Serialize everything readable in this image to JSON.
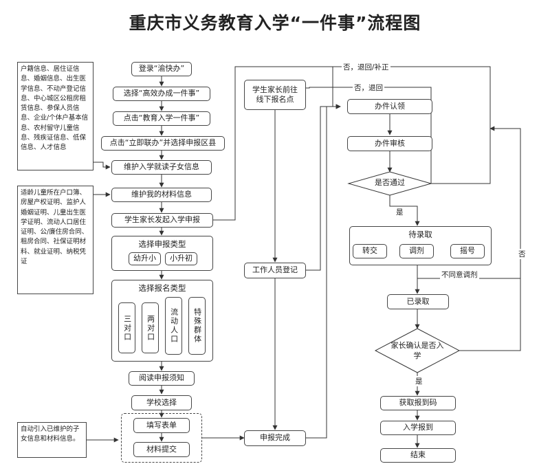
{
  "title": "重庆市义务教育入学“一件事”流程图",
  "nodes": {
    "login": "登录“渝快办”",
    "select_service": "选择“高效办成一件事”",
    "click_enroll": "点击“教育入学一件事”",
    "click_apply": "点击“立即联办”并选择申报区县",
    "maintain_child": "维护入学就读子女信息",
    "maintain_material": "维护我的材料信息",
    "parent_apply": "学生家长发起入学申报",
    "parent_offline": "学生家长前往线下报名点",
    "accept": "办件认领",
    "review": "办件审核",
    "passed": "是否通过",
    "pending_group": "待录取",
    "transfer": "转交",
    "adjust": "调剂",
    "lottery": "摇号",
    "staff_register": "工作人员登记",
    "admitted": "已录取",
    "parent_confirm": "家长确认是否入学",
    "read_notice": "阅读申报须知",
    "school_select": "学校选择",
    "fill_form": "填写表单",
    "submit_material": "材料提交",
    "apply_done": "申报完成",
    "get_code": "获取报到码",
    "report": "入学报到",
    "end": "结束"
  },
  "apply_type": {
    "label": "选择申报类型",
    "options": [
      "幼升小",
      "小升初"
    ]
  },
  "register_type": {
    "label": "选择报名类型",
    "options": [
      "三对口",
      "两对口",
      "流动人口",
      "特殊群体"
    ]
  },
  "notes": {
    "child_info": "户籍信息、居住证信息、婚姻信息、出生医学信息、不动产登记信息、中心城区公租房租赁信息、参保人员信息、企业/个体户基本信息、农村留守儿童信息、残疾证信息、低保信息、人才信息",
    "material_info": "适龄儿童所在户口簿、房屋产权证明、监护人婚姻证明、儿童出生医学证明、流动人口居住证明、公/廉住房合同、租房合同、社保证明材料、就业证明、纳税凭证",
    "auto_import": "自动引入已维护的子女信息和材料信息。"
  },
  "edge_labels": {
    "no_return_supplement": "否，退回/补正",
    "no_return": "否，退回",
    "yes1": "是",
    "disagree_adjust": "不同意调剂",
    "yes2": "是",
    "no": "否"
  }
}
